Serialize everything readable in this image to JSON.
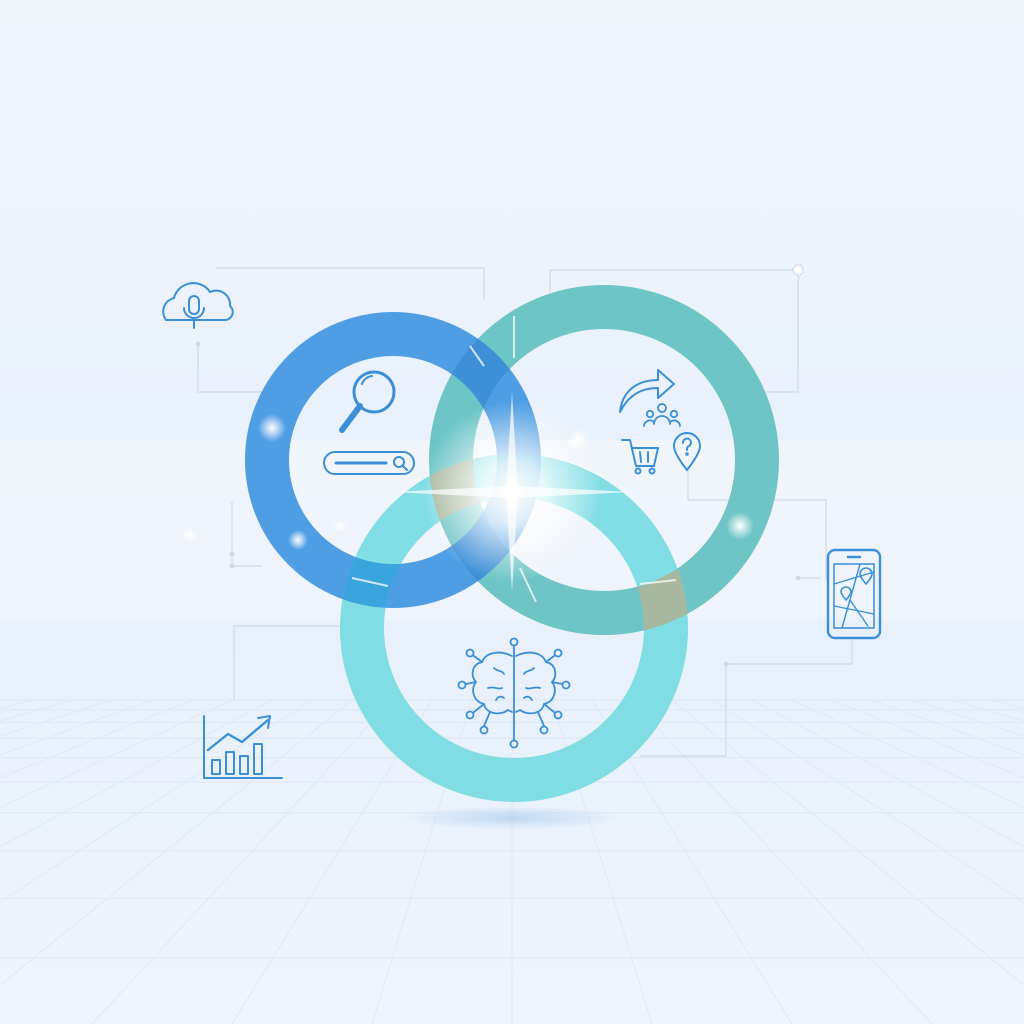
{
  "palette": {
    "background_top": "#f1f6fd",
    "background_mid": "#e6effb",
    "background_bottom": "#eef4fc",
    "ring_blue": "#4f9ee3",
    "ring_green": "#67c2c3",
    "ring_cyan": "#78dbe2",
    "overlap_blue_green": "#3f8fd6",
    "overlap_blue_cyan": "#3aa4dd",
    "overlap_green_cyan": "#a8b8a0",
    "icon_stroke": "#3a8fd6",
    "connector_line": "#cdd9e8",
    "glow": "#ffffff"
  },
  "diagram": {
    "kind": "three-circle-venn",
    "sets": [
      {
        "id": "top-left",
        "color_key": "ring_blue",
        "icons": [
          "magnifier-icon",
          "search-bar-icon"
        ]
      },
      {
        "id": "top-right",
        "color_key": "ring_green",
        "icons": [
          "share-arrow-icon",
          "users-icon",
          "shopping-cart-icon",
          "location-question-icon"
        ]
      },
      {
        "id": "bottom",
        "color_key": "ring_cyan",
        "icons": [
          "brain-network-icon"
        ]
      }
    ],
    "center_feature": "light-burst",
    "peripheral_icons": [
      "cloud-microphone-icon",
      "growth-chart-icon",
      "mobile-map-icon"
    ]
  }
}
